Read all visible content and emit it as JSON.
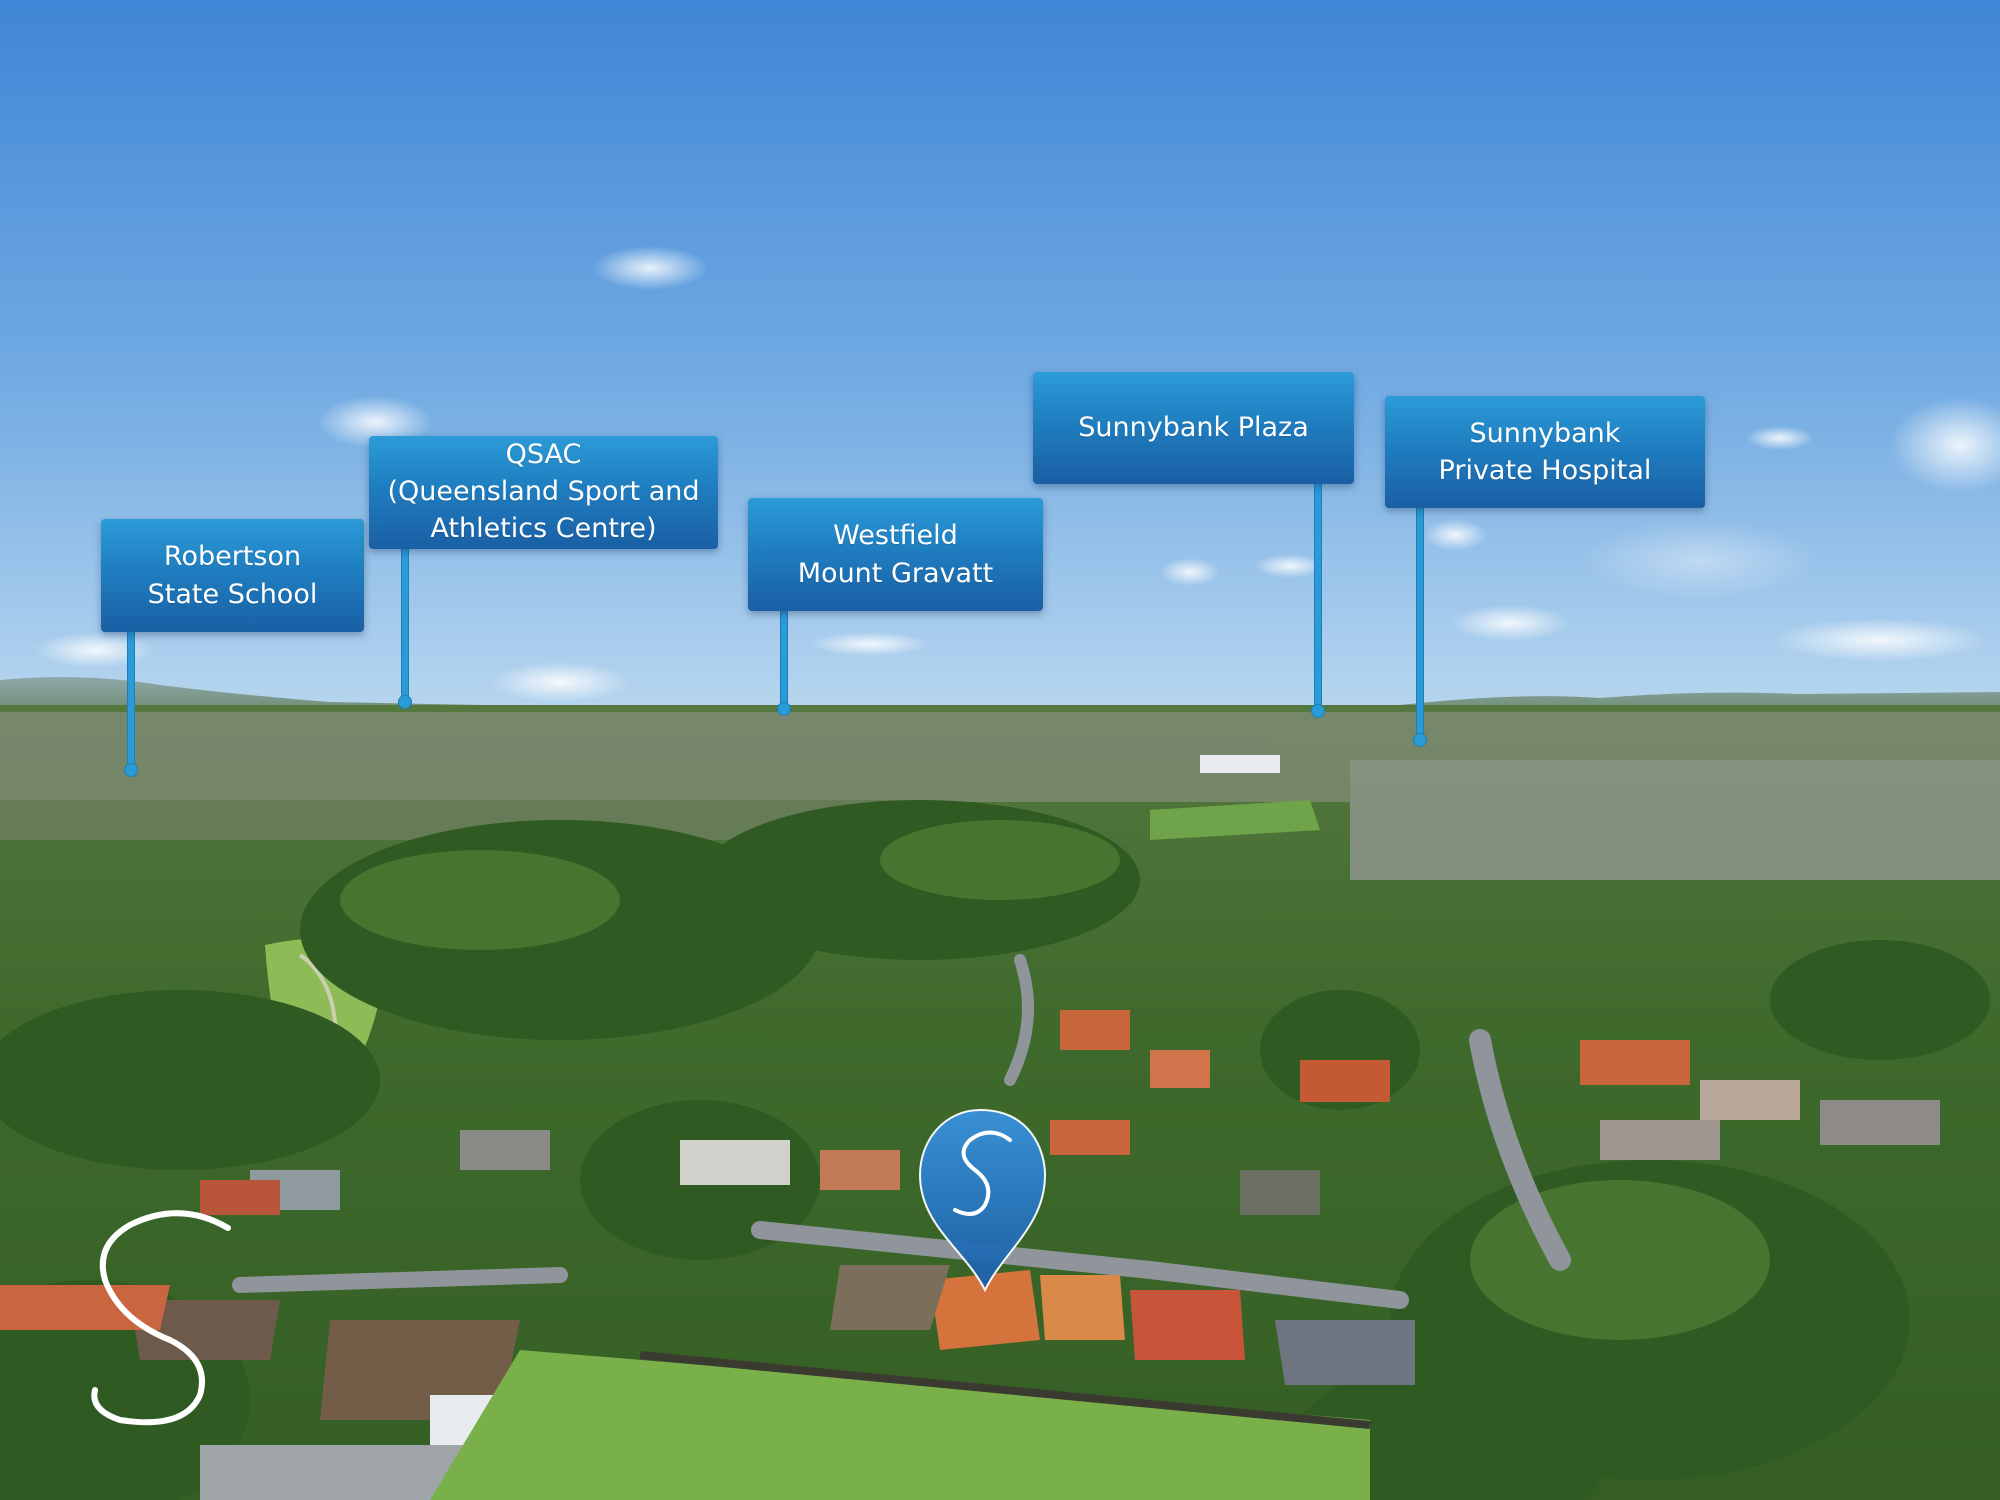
{
  "photo": {
    "subject": "aerial view of suburban neighbourhood",
    "colors": {
      "sky_top": "#3f86d6",
      "sky_bottom": "#a9cfee",
      "foliage": "#3f6a2c",
      "grass": "#6aa43f",
      "roof": "#c8653a",
      "callout": "#1f7ec0",
      "marker": "#2a7fd0"
    }
  },
  "callouts": [
    {
      "id": "robertson",
      "label": "Robertson\nState School"
    },
    {
      "id": "qsac",
      "label": "QSAC\n(Queensland Sport and\nAthletics Centre)"
    },
    {
      "id": "westfield",
      "label": "Westfield\nMount Gravatt"
    },
    {
      "id": "plaza",
      "label": "Sunnybank Plaza"
    },
    {
      "id": "hospital",
      "label": "Sunnybank\nPrivate Hospital"
    }
  ],
  "branding": {
    "logo_letter": "S",
    "marker_letter": "S"
  }
}
